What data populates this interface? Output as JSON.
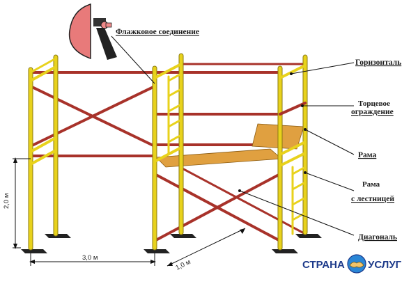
{
  "labels": {
    "flag_joint": "Флажковое соединение",
    "horizontal": "Горизонталь",
    "end_guard_line1": "Торцевое",
    "end_guard_line2": "ограждение",
    "frame": "Рама",
    "ladder_frame_line1": "Рама",
    "ladder_frame_line2": "с лестницей",
    "diagonal": "Диагональ"
  },
  "dimensions": {
    "height": "2,0 м",
    "width": "3,0 м",
    "depth": "1,0 м"
  },
  "brand": {
    "left": "СТРАНА",
    "right": "УСЛУГ",
    "icon": "handshake-icon"
  },
  "colors": {
    "frame_yellow": "#e8d21c",
    "brace_red": "#a8322a",
    "deck_orange": "#e0a040",
    "flag_pink": "#e87a7a",
    "brand_blue": "#1d3a8a"
  }
}
